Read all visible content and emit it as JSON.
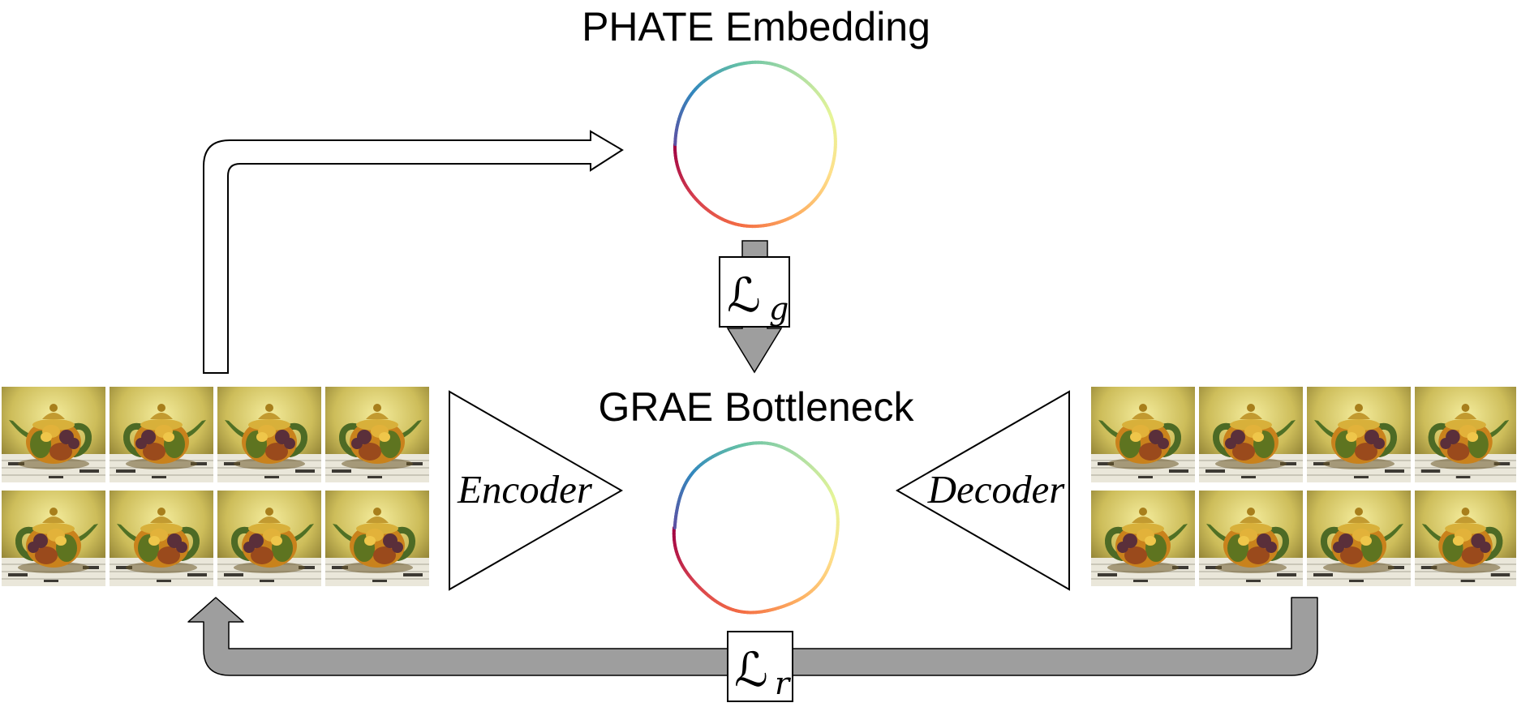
{
  "embedding_title": "PHATE Embedding",
  "bottleneck_title": "GRAE Bottleneck",
  "encoder_label": "Encoder",
  "decoder_label": "Decoder",
  "geometric_loss": {
    "symbol": "ℒ",
    "subscript": "g"
  },
  "reconstruction_loss": {
    "symbol": "ℒ",
    "subscript": "r"
  },
  "input_images": {
    "rows": 2,
    "cols": 4,
    "subject": "teapot"
  },
  "output_images": {
    "rows": 2,
    "cols": 4,
    "subject": "teapot"
  },
  "colors": {
    "loss_arrow": "#9e9e9e",
    "pot_body": "#c9821c",
    "pot_lid": "#c29a30",
    "fruit_green": "#5e7420",
    "fruit_purple": "#5a2f3a",
    "table": "#eae7da"
  },
  "ring_colormap": [
    "#9e0142",
    "#d53e4f",
    "#f46d43",
    "#fdae61",
    "#fee08b",
    "#e6f598",
    "#abdda4",
    "#66c2a5",
    "#3288bd",
    "#5e4fa2"
  ]
}
